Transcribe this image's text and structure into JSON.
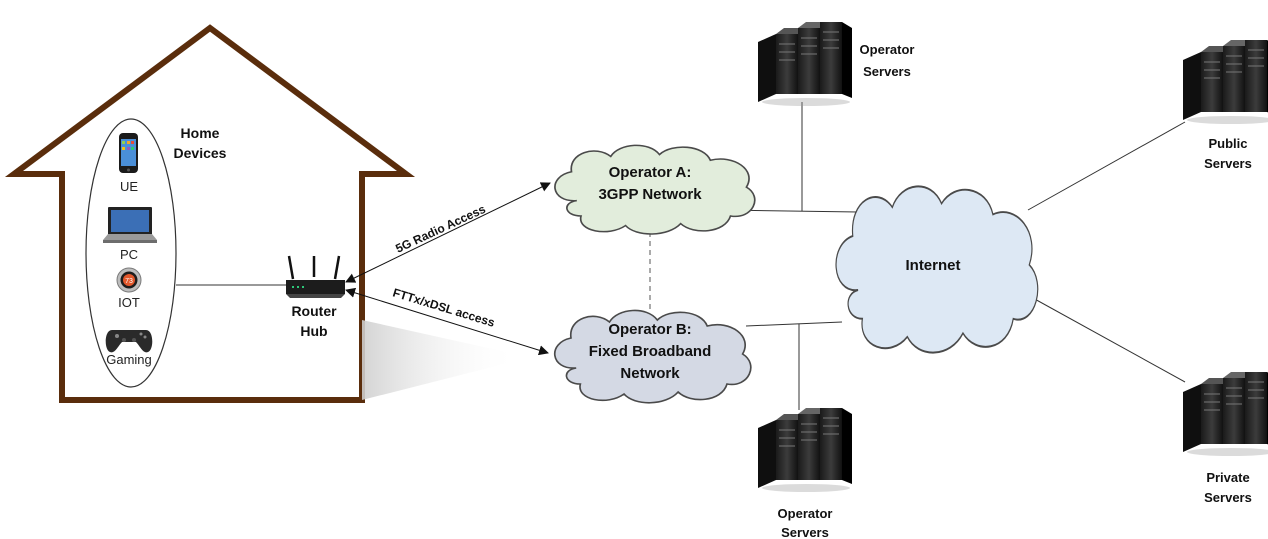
{
  "home": {
    "title_line1": "Home",
    "title_line2": "Devices",
    "devices": [
      "UE",
      "PC",
      "IOT",
      "Gaming"
    ]
  },
  "router": {
    "line1": "Router",
    "line2": "Hub"
  },
  "links": {
    "radio": "5G Radio Access",
    "fixed": "FTTx/xDSL access"
  },
  "clouds": {
    "a_line1": "Operator A:",
    "a_line2": "3GPP Network",
    "b_line1": "Operator B:",
    "b_line2": "Fixed Broadband",
    "b_line3": "Network",
    "internet": "Internet"
  },
  "servers": {
    "op_top_line1": "Operator",
    "op_top_line2": "Servers",
    "op_bottom_line1": "Operator",
    "op_bottom_line2": "Servers",
    "public_line1": "Public",
    "public_line2": "Servers",
    "private_line1": "Private",
    "private_line2": "Servers"
  },
  "colors": {
    "house": "#5a2d0c",
    "cloud_a": "#e2eddc",
    "cloud_b": "#d4d9e4",
    "cloud_internet": "#dde8f4",
    "cloud_stroke": "#4a4a4a"
  }
}
